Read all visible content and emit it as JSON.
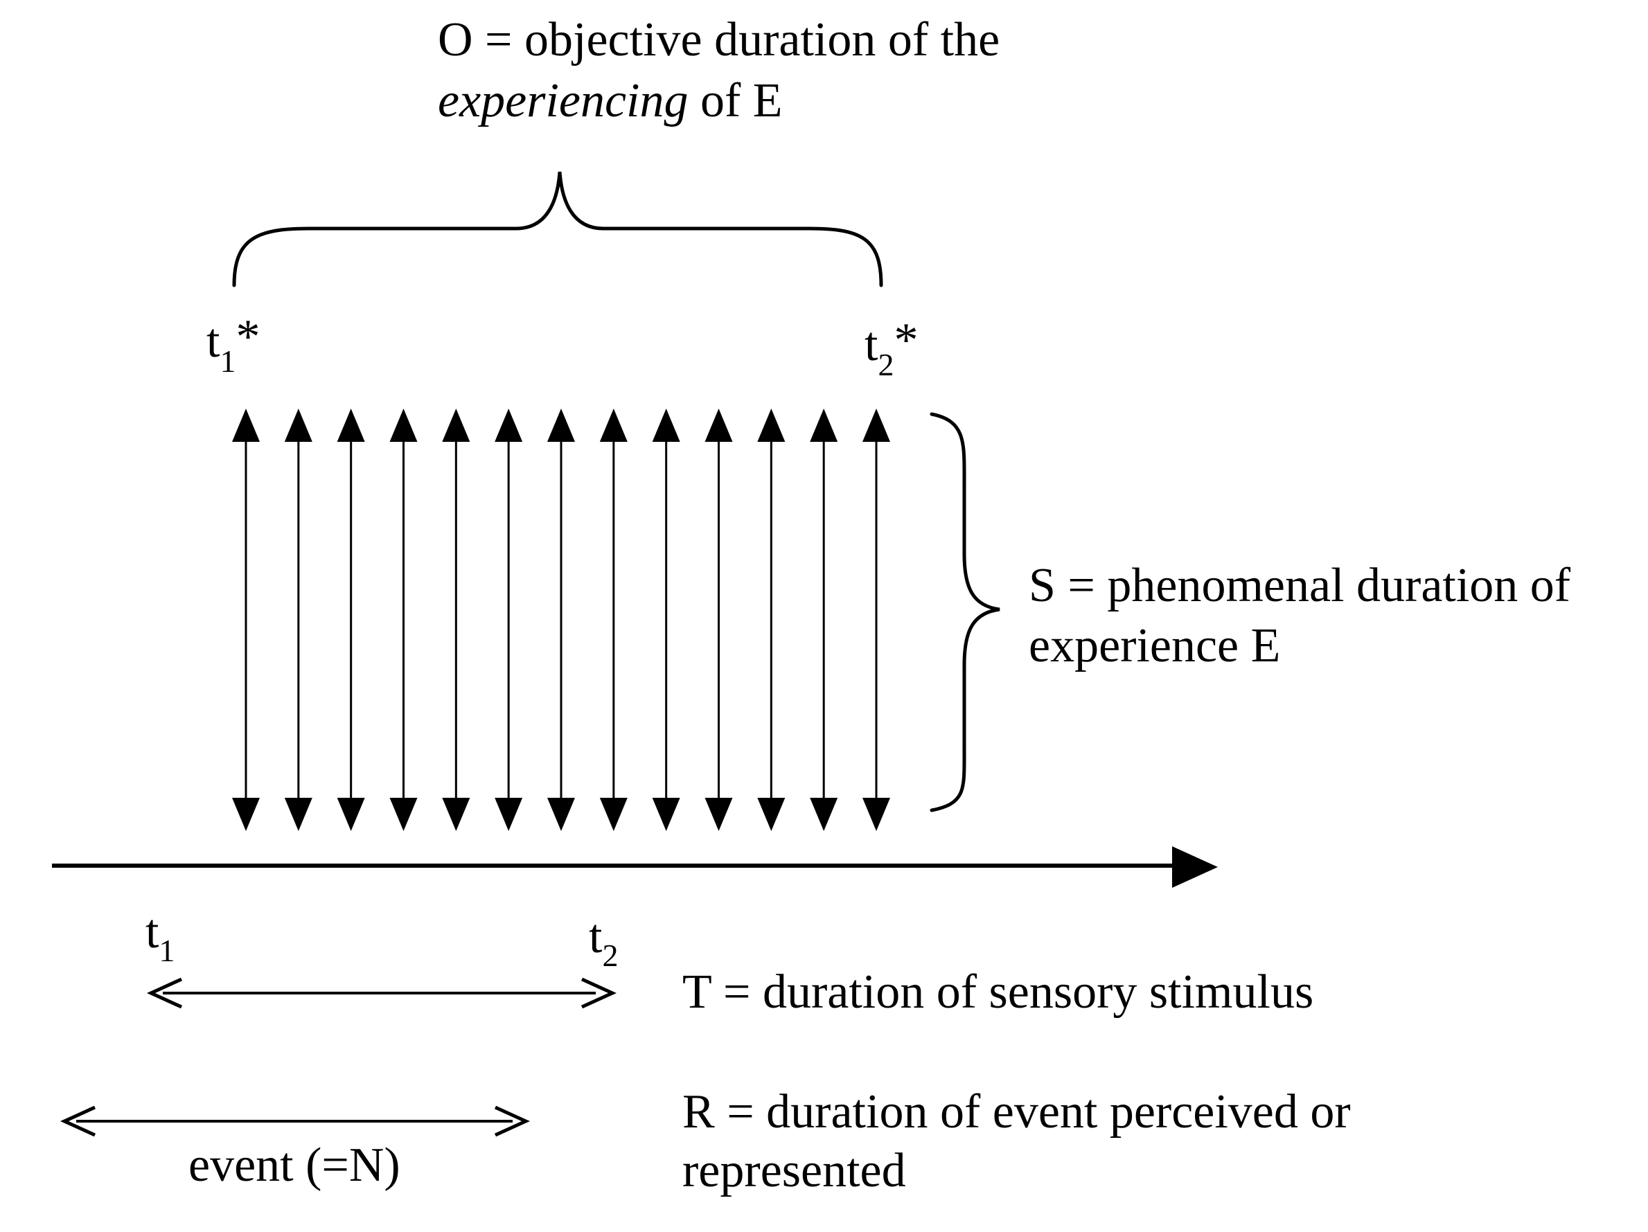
{
  "labels": {
    "o_line1": "O = objective duration of the",
    "o_line2_italic": "experiencing",
    "o_line2_rest": " of E",
    "t1star_base": "t",
    "t1star_sub": "1",
    "t1star_sup": "*",
    "t2star_base": "t",
    "t2star_sub": "2",
    "t2star_sup": "*",
    "s_line1": "S = phenomenal duration of",
    "s_line2": "experience E",
    "t1_base": "t",
    "t1_sub": "1",
    "t2_base": "t",
    "t2_sub": "2",
    "t_desc": "T = duration of sensory stimulus",
    "r_line1": "R = duration of event perceived or",
    "r_line2": "represented",
    "event": "event (=N)"
  },
  "arrow_count": 13
}
